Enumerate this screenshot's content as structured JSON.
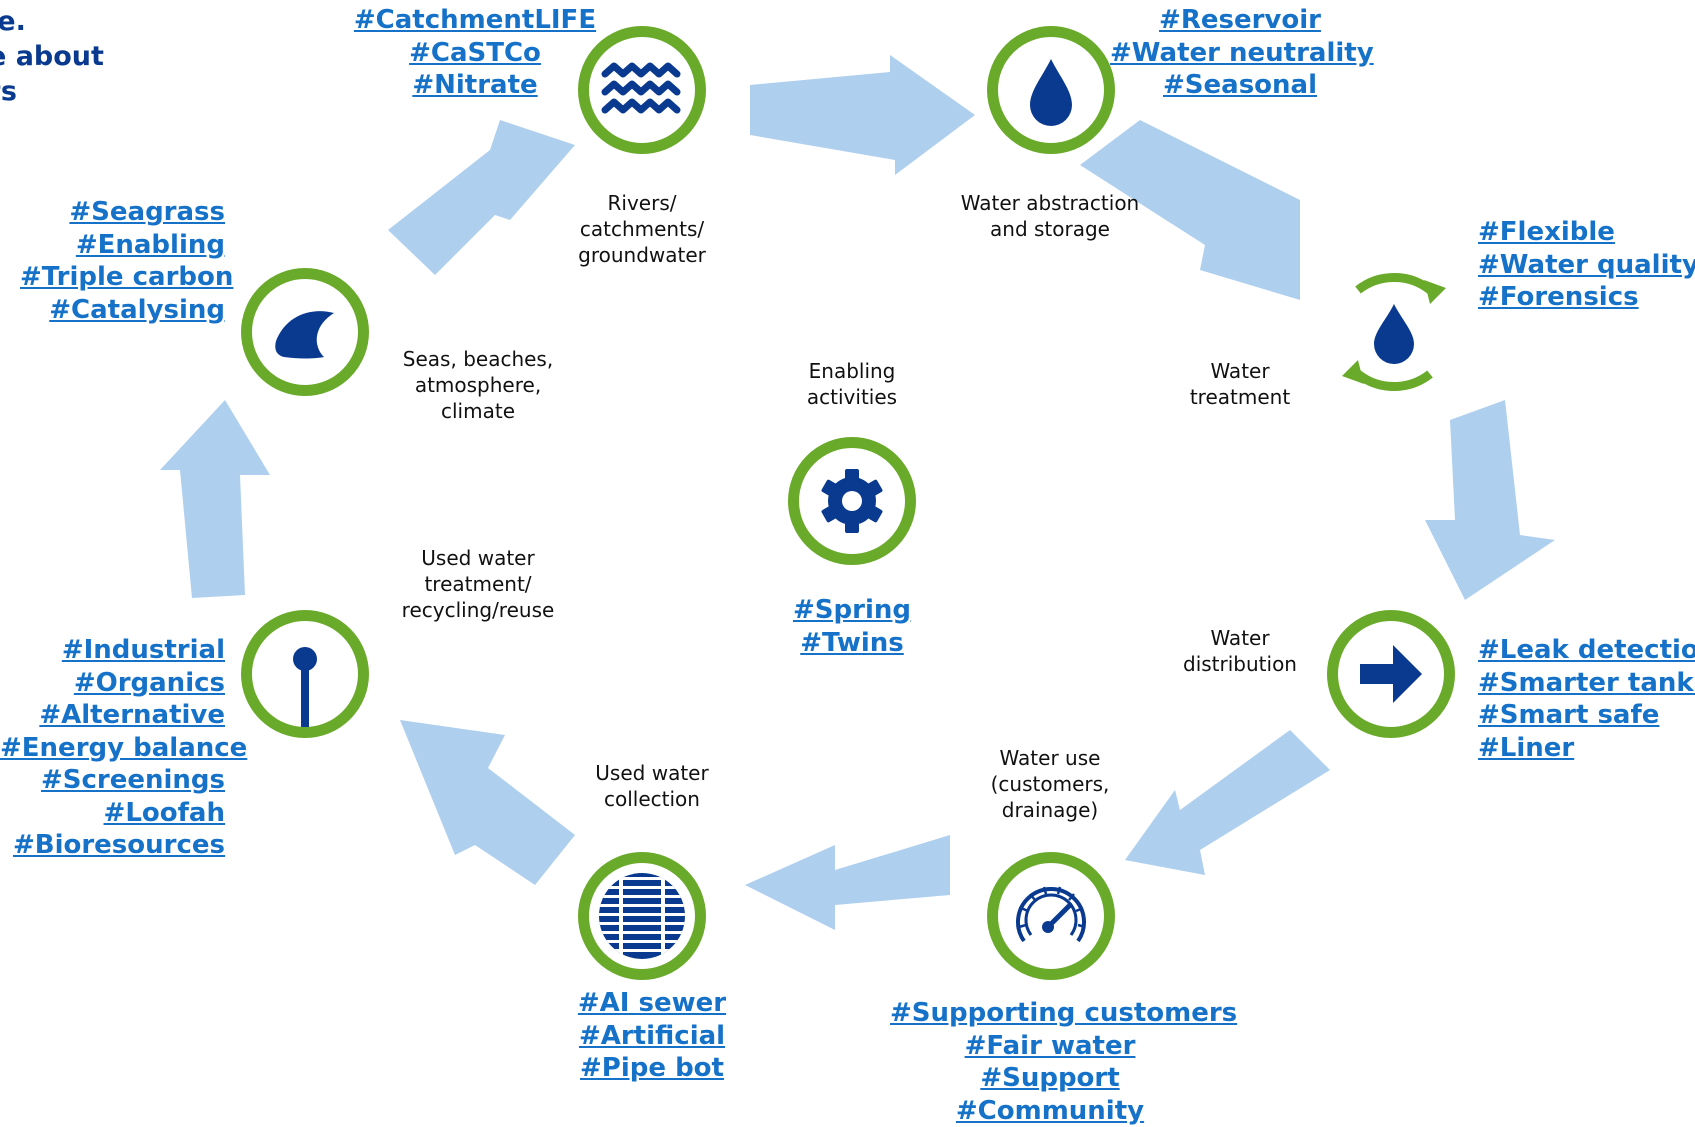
{
  "intro_lines": [
    "le.",
    "e about",
    "ts"
  ],
  "colors": {
    "arrow": "#aecfee",
    "ring": "#6aaa2a",
    "icon": "#0a3a8f",
    "link": "#1572c8"
  },
  "stages": {
    "rivers": {
      "icon": "waves-icon",
      "label": [
        "Rivers/",
        "catchments/",
        "groundwater"
      ],
      "tags": [
        "#CatchmentLIFE",
        "#CaSTCo",
        "#Nitrate"
      ]
    },
    "abstraction": {
      "icon": "water-drop-icon",
      "label": [
        "Water abstraction",
        "and storage"
      ],
      "tags": [
        "#Reservoir",
        "#Water neutrality",
        "#Seasonal"
      ]
    },
    "treatment": {
      "icon": "recycle-drop-icon",
      "label": [
        "Water",
        "treatment"
      ],
      "tags": [
        "#Flexible",
        "#Water quality",
        "#Forensics"
      ]
    },
    "distribution": {
      "icon": "arrow-right-icon",
      "label": [
        "Water",
        "distribution"
      ],
      "tags": [
        "#Leak detection",
        "#Smarter tanks",
        "#Smart safe",
        "#Liner"
      ]
    },
    "use": {
      "icon": "gauge-icon",
      "label": [
        "Water use",
        "(customers,",
        "drainage)"
      ],
      "tags": [
        "#Supporting customers",
        "#Fair water",
        "#Support",
        "#Community"
      ]
    },
    "collection": {
      "icon": "sewer-grid-icon",
      "label": [
        "Used water",
        "collection"
      ],
      "tags": [
        "#AI sewer",
        "#Artificial",
        "#Pipe bot"
      ]
    },
    "used_treatment": {
      "icon": "outfall-pin-icon",
      "label": [
        "Used water",
        "treatment/",
        "recycling/reuse"
      ],
      "tags": [
        "#Industrial",
        "#Organics",
        "#Alternative",
        "#Energy balance",
        "#Screenings",
        "#Loofah",
        "#Bioresources"
      ]
    },
    "seas": {
      "icon": "wave-crescent-icon",
      "label": [
        "Seas, beaches,",
        "atmosphere,",
        "climate"
      ],
      "tags": [
        "#Seagrass",
        "#Enabling",
        "#Triple carbon",
        "#Catalysing"
      ]
    },
    "enabling": {
      "icon": "gear-icon",
      "label": [
        "Enabling",
        "activities"
      ],
      "tags": [
        "#Spring",
        "#Twins"
      ]
    }
  }
}
